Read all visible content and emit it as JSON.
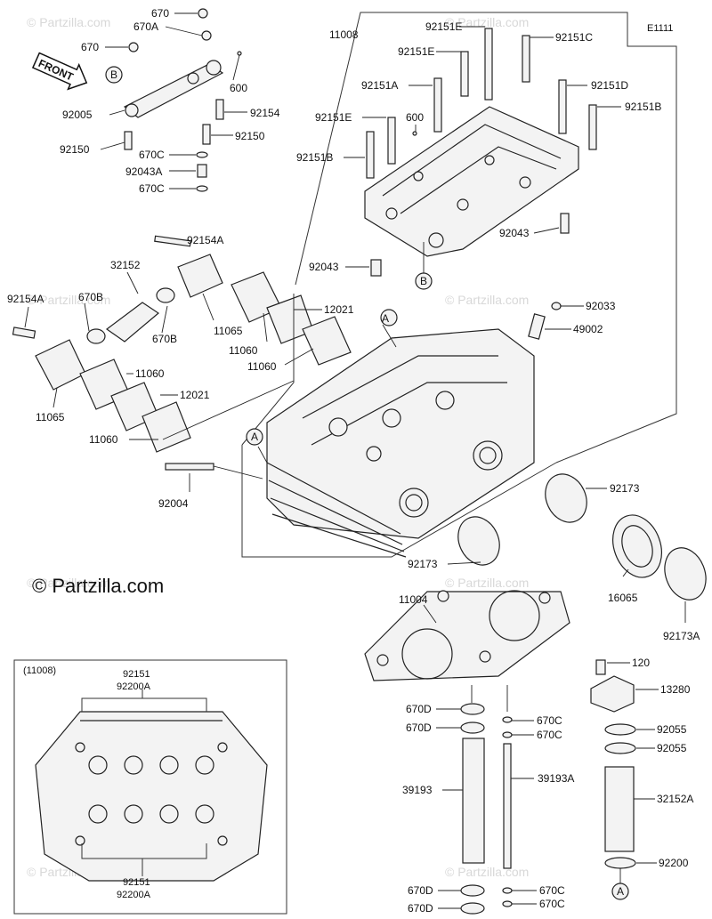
{
  "diagram_id": "E1111",
  "copyright": "© Partzilla.com",
  "watermark": "© Partzilla.com",
  "front_arrow": "FRONT",
  "inset_title": "(11008)",
  "inset_labels": [
    "92151",
    "92200A",
    "92151",
    "92200A"
  ],
  "callouts": [
    "A",
    "A",
    "B",
    "B",
    "A"
  ],
  "labels": [
    "670",
    "670A",
    "670",
    "600",
    "92005",
    "92154",
    "92150",
    "670C",
    "92150",
    "92043A",
    "670C",
    "92154A",
    "32152",
    "92154A",
    "670B",
    "670B",
    "11065",
    "11060",
    "12021",
    "11060",
    "11065",
    "11060",
    "12021",
    "11060",
    "92004",
    "11008",
    "92151E",
    "92151C",
    "92151E",
    "92151A",
    "92151D",
    "92151E",
    "600",
    "92151B",
    "92151B",
    "92043",
    "92043",
    "92033",
    "49002",
    "92173",
    "92173",
    "16065",
    "92173A",
    "11004",
    "120",
    "13280",
    "92055",
    "92055",
    "32152A",
    "92200",
    "670D",
    "670C",
    "670D",
    "670C",
    "39193",
    "39193A",
    "670D",
    "670C",
    "670D",
    "670C"
  ]
}
